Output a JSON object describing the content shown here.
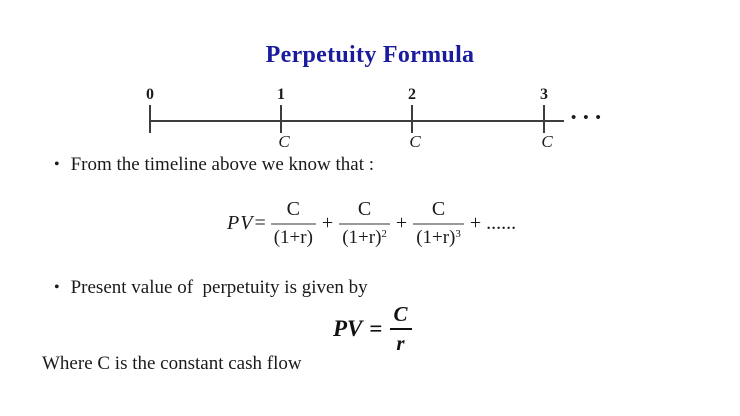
{
  "title": "Perpetuity Formula",
  "accent_color": "#1b1b9e",
  "timeline": {
    "labels": [
      "0",
      "1",
      "2",
      "3"
    ],
    "cashflow_label": "C",
    "ellipsis": "•••"
  },
  "bullets": [
    {
      "marker": "•",
      "text": "From the timeline above we know that :"
    },
    {
      "marker": "•",
      "text": "Present value of  perpetuity is given by"
    }
  ],
  "formula_series": {
    "lhs": "PV",
    "equals": "=",
    "plus": "+",
    "terms": [
      {
        "numerator": "C",
        "denominator": "(1+r)"
      },
      {
        "numerator": "C",
        "denominator": "(1+r)",
        "exponent": "2"
      },
      {
        "numerator": "C",
        "denominator": "(1+r)",
        "exponent": "3"
      }
    ],
    "trailing": "+ ......"
  },
  "formula_perpetuity": {
    "lhs": "PV",
    "equals": "=",
    "numerator": "C",
    "denominator": "r"
  },
  "footer": "Where C is the constant cash flow"
}
